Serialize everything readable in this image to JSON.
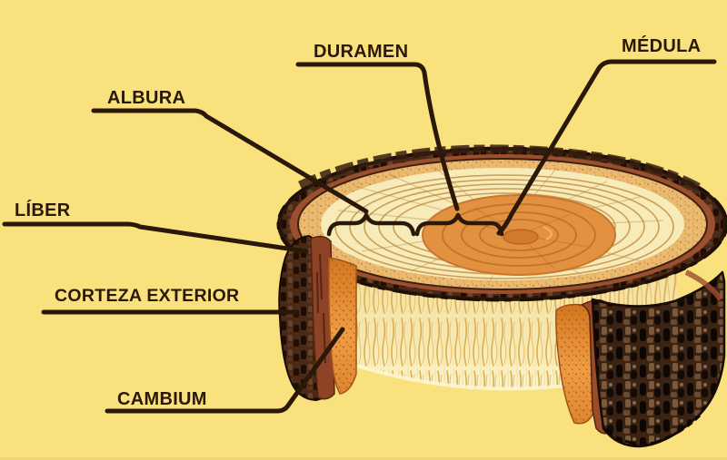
{
  "colors": {
    "background": "#F9E17D",
    "ink": "#2A1808",
    "bark-dark": "#4A2A17",
    "liber-red": "#9A4C2B",
    "cambium-orange": "#E8923A",
    "sapwood-tan": "#EABA70",
    "wood-pale": "#F7ECB9",
    "heartwood-orange": "#E19140"
  },
  "diagram": {
    "subject": "tree-trunk-cross-section",
    "labels": {
      "albura": "ALBURA",
      "duramen": "DURAMEN",
      "medula": "MÉDULA",
      "liber": "LÍBER",
      "corteza_exterior": "CORTEZA EXTERIOR",
      "cambium": "CAMBIUM"
    }
  }
}
